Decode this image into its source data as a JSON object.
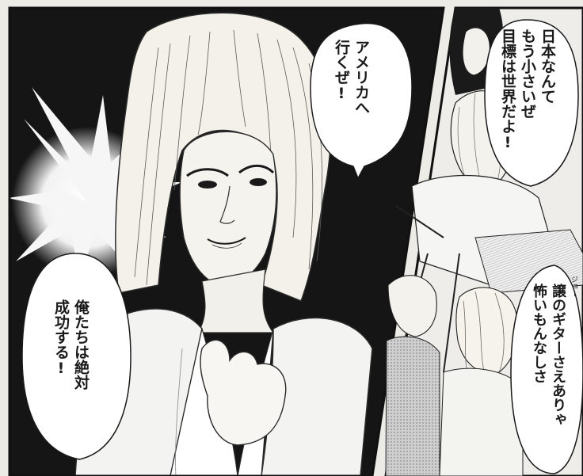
{
  "bubbles": {
    "america": {
      "lines": [
        "アメリカへ",
        "行くぜ!"
      ]
    },
    "japan": {
      "lines": [
        "日本なんて",
        "もう小さいぜ",
        "目標は世界だよ!"
      ]
    },
    "guitar": {
      "lines": [
        "譲のギターさえありゃ",
        "怖いもんなしさ"
      ],
      "ruby": "ジョー"
    },
    "success": {
      "lines": [
        "俺たちは絶対",
        "成功する!"
      ]
    }
  },
  "colors": {
    "paper": "#ecebe6",
    "ink": "#1a1a1a",
    "dark_bg": "#141414"
  }
}
